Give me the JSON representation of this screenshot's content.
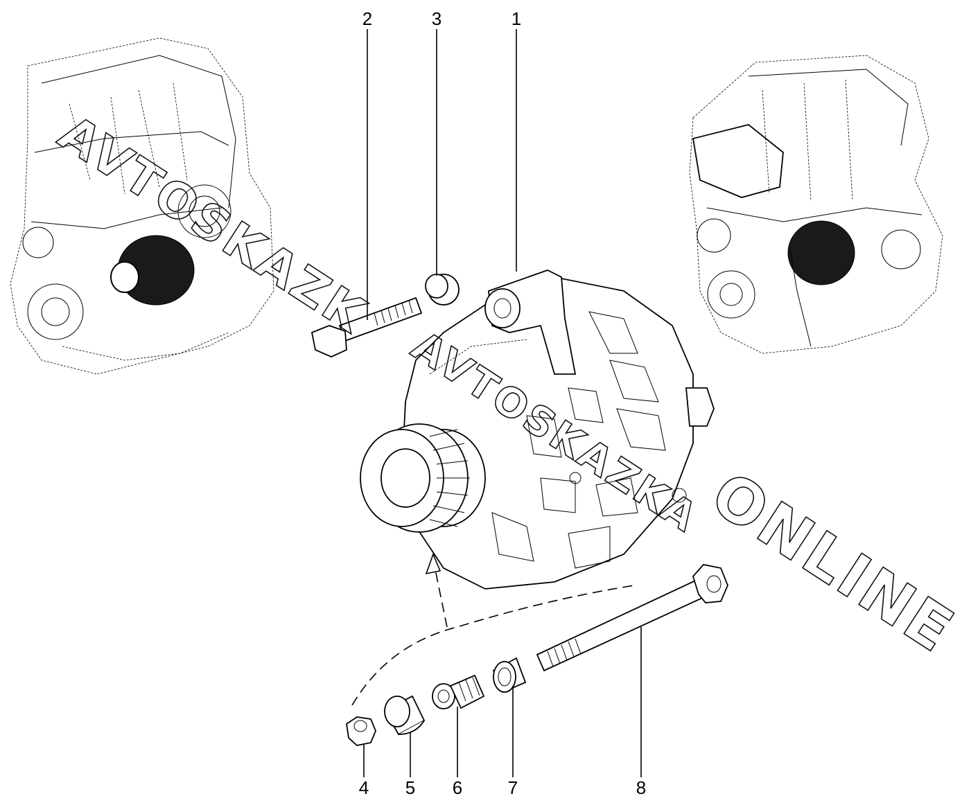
{
  "callouts": {
    "c1": "1",
    "c2": "2",
    "c3": "3",
    "c4": "4",
    "c5": "5",
    "c6": "6",
    "c7": "7",
    "c8": "8"
  },
  "watermark": {
    "part_a": "AVTOSKAZK",
    "part_b": "AVTOSKAZKA",
    "part_c": "ONLINE"
  }
}
